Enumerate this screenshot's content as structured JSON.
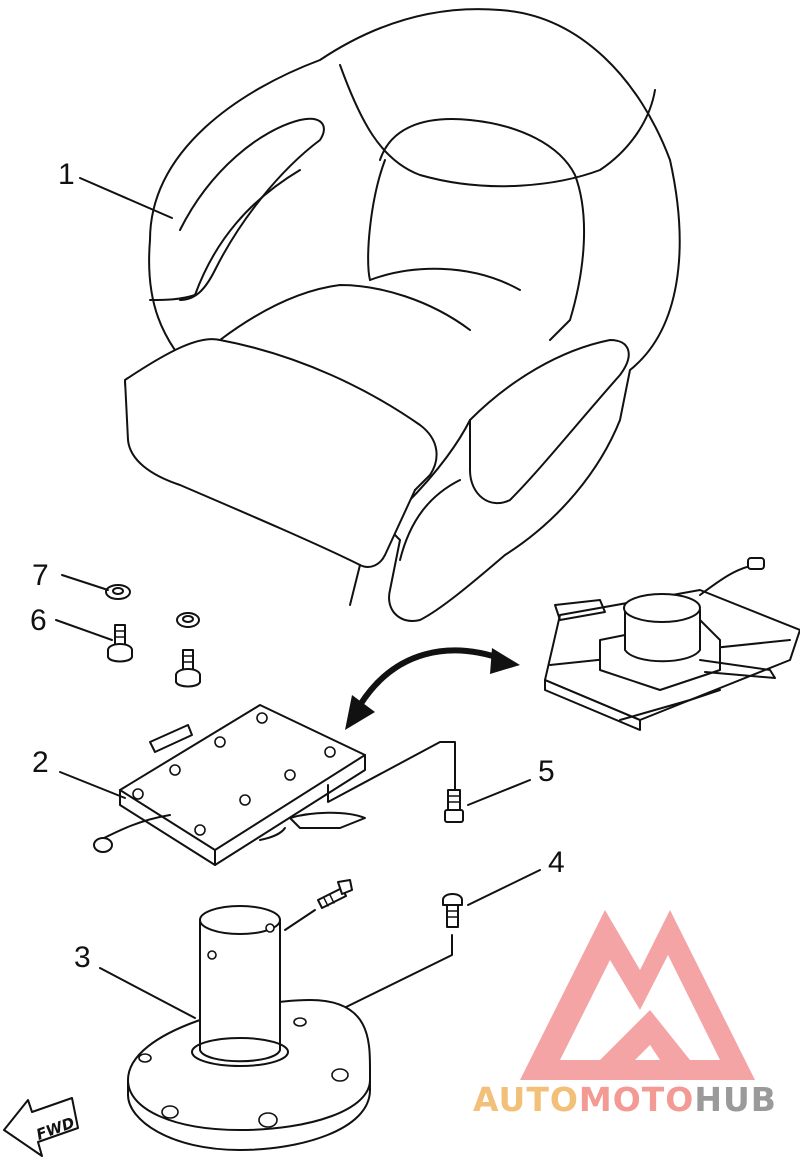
{
  "callouts": {
    "c1": "1",
    "c2": "2",
    "c3": "3",
    "c4": "4",
    "c5": "5",
    "c6": "6",
    "c7": "7"
  },
  "fwd_label": "FWD",
  "watermark": {
    "part1": "AUTO",
    "part2": "MOTO",
    "part3": "HUB",
    "color_auto": "#f3c07a",
    "color_moto": "#f29a93",
    "color_hub": "#9a9a9a",
    "color_logo": "#f39595"
  }
}
